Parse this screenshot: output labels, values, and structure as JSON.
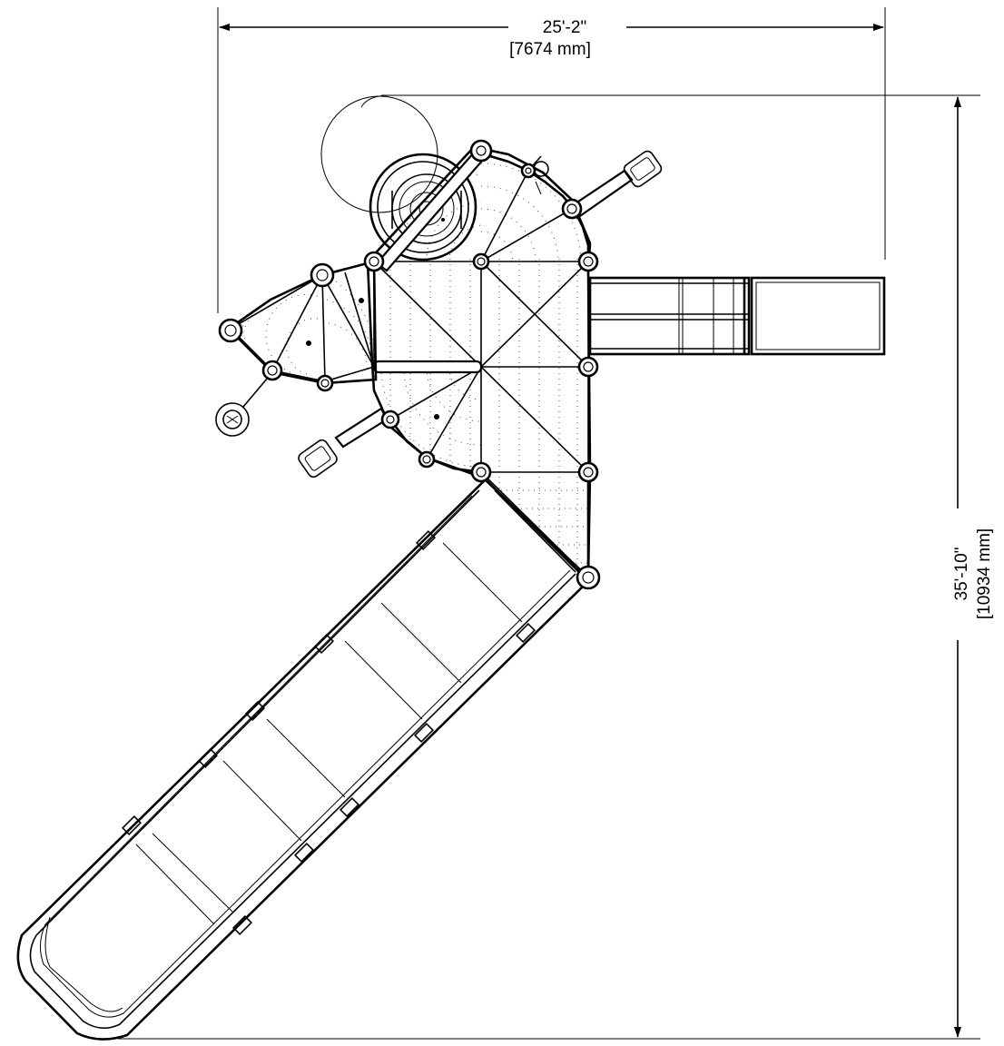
{
  "dimensions": {
    "width": {
      "imperial": "25'-2\"",
      "metric": "[7674 mm]"
    },
    "depth": {
      "imperial": "35'-10\"",
      "metric": "[10934 mm]"
    }
  }
}
